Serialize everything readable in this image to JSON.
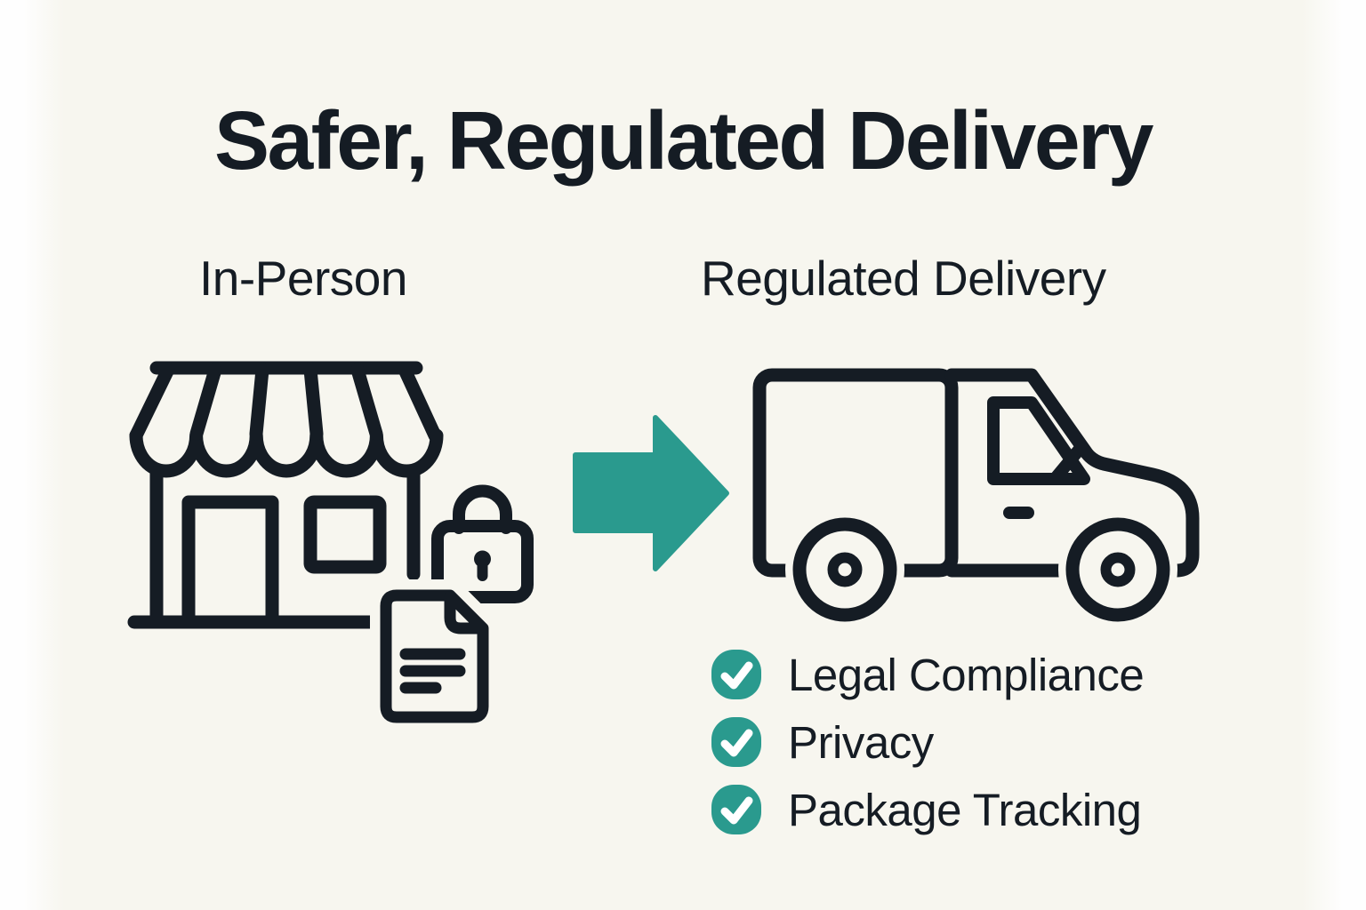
{
  "title": "Safer, Regulated Delivery",
  "colors": {
    "background": "#f7f6ef",
    "edge": "#fefefe",
    "ink": "#151c24",
    "teal": "#2a9a8e",
    "check": "#ffffff"
  },
  "left_section": {
    "label": "In-Person",
    "icons": [
      "storefront-icon",
      "padlock-icon",
      "document-icon"
    ]
  },
  "arrow": {
    "icon": "arrow-right-icon",
    "direction": "right"
  },
  "right_section": {
    "label": "Regulated Delivery",
    "icon": "delivery-van-icon",
    "checklist": [
      {
        "icon": "check-icon",
        "label": "Legal Compliance"
      },
      {
        "icon": "check-icon",
        "label": "Privacy"
      },
      {
        "icon": "check-icon",
        "label": "Package Tracking"
      }
    ]
  }
}
